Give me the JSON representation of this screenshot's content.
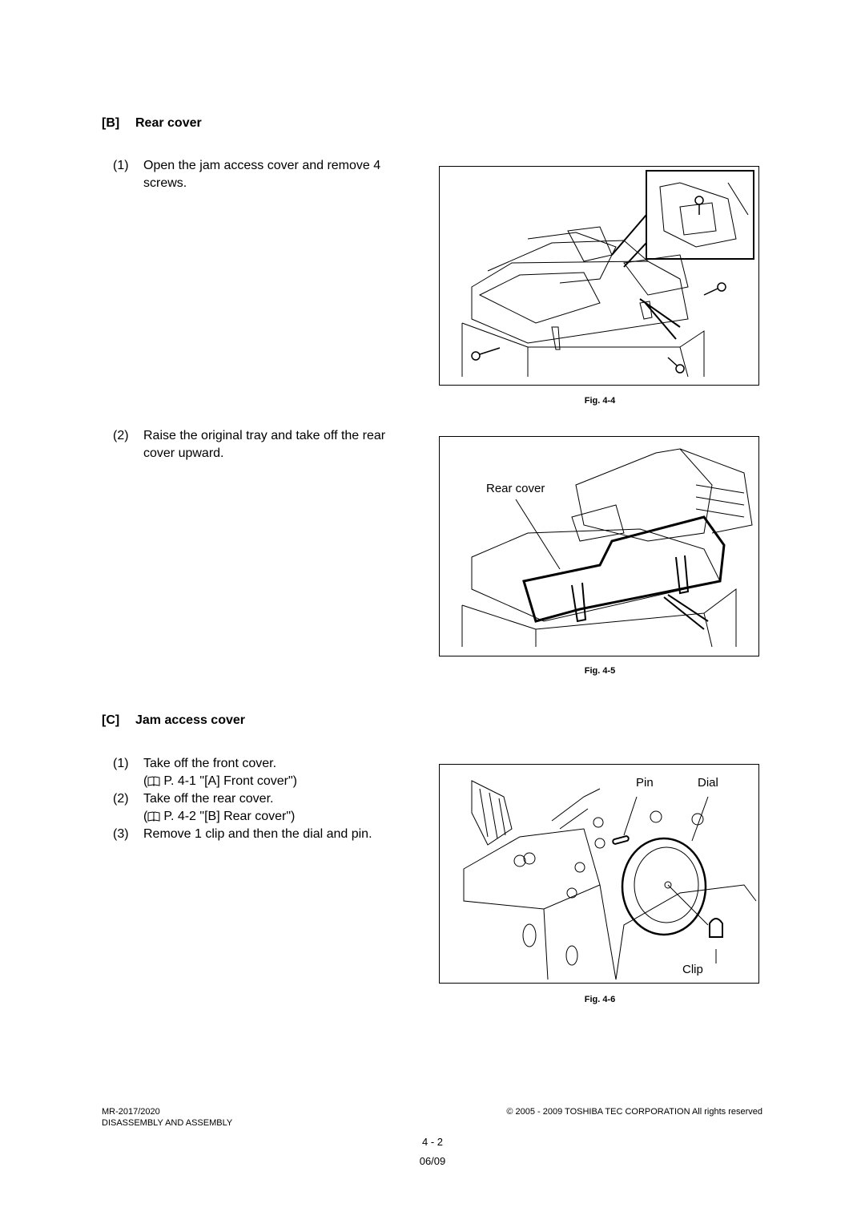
{
  "section_b": {
    "tag": "[B]",
    "title": "Rear cover",
    "steps": [
      {
        "num": "(1)",
        "line1": "Open the jam access cover and remove 4",
        "line2": "screws."
      },
      {
        "num": "(2)",
        "line1": "Raise the original tray and take off the rear",
        "line2": "cover upward."
      }
    ]
  },
  "section_c": {
    "tag": "[C]",
    "title": "Jam access cover",
    "steps": [
      {
        "num": "(1)",
        "line1": "Take off the front cover.",
        "ref": "P. 4-1 \"[A] Front cover\")",
        "ref_open": "("
      },
      {
        "num": "(2)",
        "line1": "Take off the rear cover.",
        "ref": "P. 4-2 \"[B] Rear cover\")",
        "ref_open": "("
      },
      {
        "num": "(3)",
        "line1": "Remove 1 clip and then the dial and pin."
      }
    ]
  },
  "figures": [
    {
      "caption": "Fig. 4-4",
      "labels": []
    },
    {
      "caption": "Fig. 4-5",
      "labels": [
        "Rear cover"
      ]
    },
    {
      "caption": "Fig. 4-6",
      "labels": [
        "Pin",
        "Dial",
        "Clip"
      ]
    }
  ],
  "footer": {
    "model": "MR-2017/2020",
    "chapter": "DISASSEMBLY AND ASSEMBLY",
    "copyright": "© 2005 - 2009 TOSHIBA TEC CORPORATION All rights reserved",
    "page": "4 - 2",
    "date": "06/09"
  }
}
